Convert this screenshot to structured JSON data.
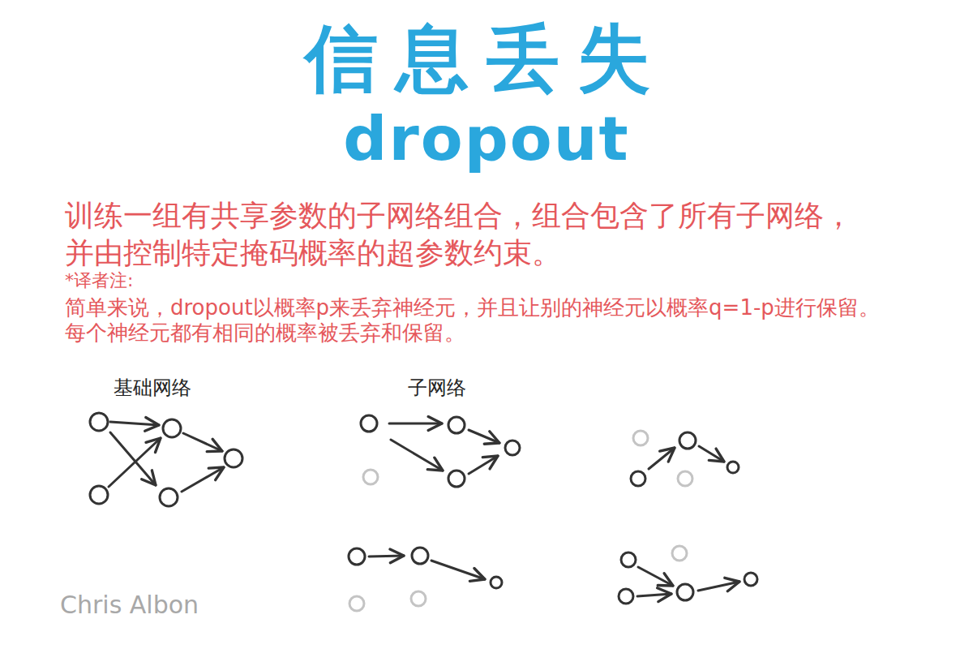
{
  "diagram": {
    "title": "信息丢失",
    "labels": [
      "dropout",
      "训练一组有共享参数的子网络组合，组合包含了所有子网络， 并由控制特定掩码概率的超参数约束。",
      "*译者注:",
      "简单来说，dropout以概率p来丢弃神经元，并且让别的神经元以概率q=1-p进行保留。 每个神经元都有相同的概率被丢弃和保留。",
      "基础网络",
      "子网络",
      "Chris Albon"
    ]
  }
}
